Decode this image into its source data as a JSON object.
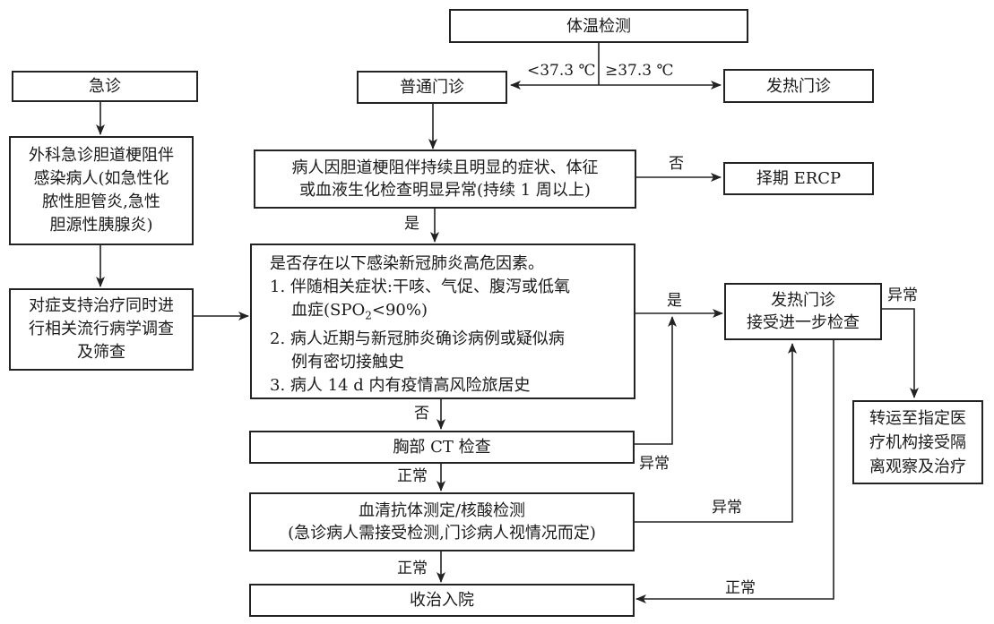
{
  "boxes": {
    "temp_check": "体温检测",
    "emergency": "急诊",
    "general_clinic": "普通门诊",
    "fever_clinic": "发热门诊",
    "surgical_emergency": [
      "外科急诊胆道梗阻伴",
      "感染病人(如急性化",
      "脓性胆管炎,急性",
      "胆源性胰腺炎)"
    ],
    "persistent_symptoms": [
      "病人因胆道梗阻伴持续且明显的症状、体征",
      "或血液生化检查明显异常(持续 1 周以上)"
    ],
    "elective_ercp": "择期 ERCP",
    "supportive_treatment": [
      "对症支持治疗同时进",
      "行相关流行病学调查",
      "及筛查"
    ],
    "risk_factors": {
      "title": "是否存在以下感染新冠肺炎高危因素。",
      "item1_a": "1. 伴随相关症状:干咳、气促、腹泻或低氧",
      "item1_b_pre": "血症(SPO",
      "item1_b_sub": "2",
      "item1_b_post": "<90%)",
      "item2_a": "2. 病人近期与新冠肺炎确诊病例或疑似病",
      "item2_b": "例有密切接触史",
      "item3": "3. 病人 14 d 内有疫情高风险旅居史"
    },
    "fever_clinic_exam": [
      "发热门诊",
      "接受进一步检查"
    ],
    "transfer_isolation": [
      "转运至指定医",
      "疗机构接受隔",
      "离观察及治疗"
    ],
    "chest_ct": "胸部 CT 检查",
    "serum_test": [
      "血清抗体测定/核酸检测",
      "(急诊病人需接受检测,门诊病人视情况而定)"
    ],
    "admission": "收治入院"
  },
  "labels": {
    "below_threshold": "<37.3 ℃",
    "above_threshold": "≥37.3 ℃",
    "no_ercp": "否",
    "yes_risk": "是",
    "yes_fever": "是",
    "abnormal_transfer": "异常",
    "no_risk": "否",
    "abnormal_ct": "异常",
    "normal_ct": "正常",
    "abnormal_serum": "异常",
    "normal_serum": "正常",
    "normal_fever": "正常"
  }
}
